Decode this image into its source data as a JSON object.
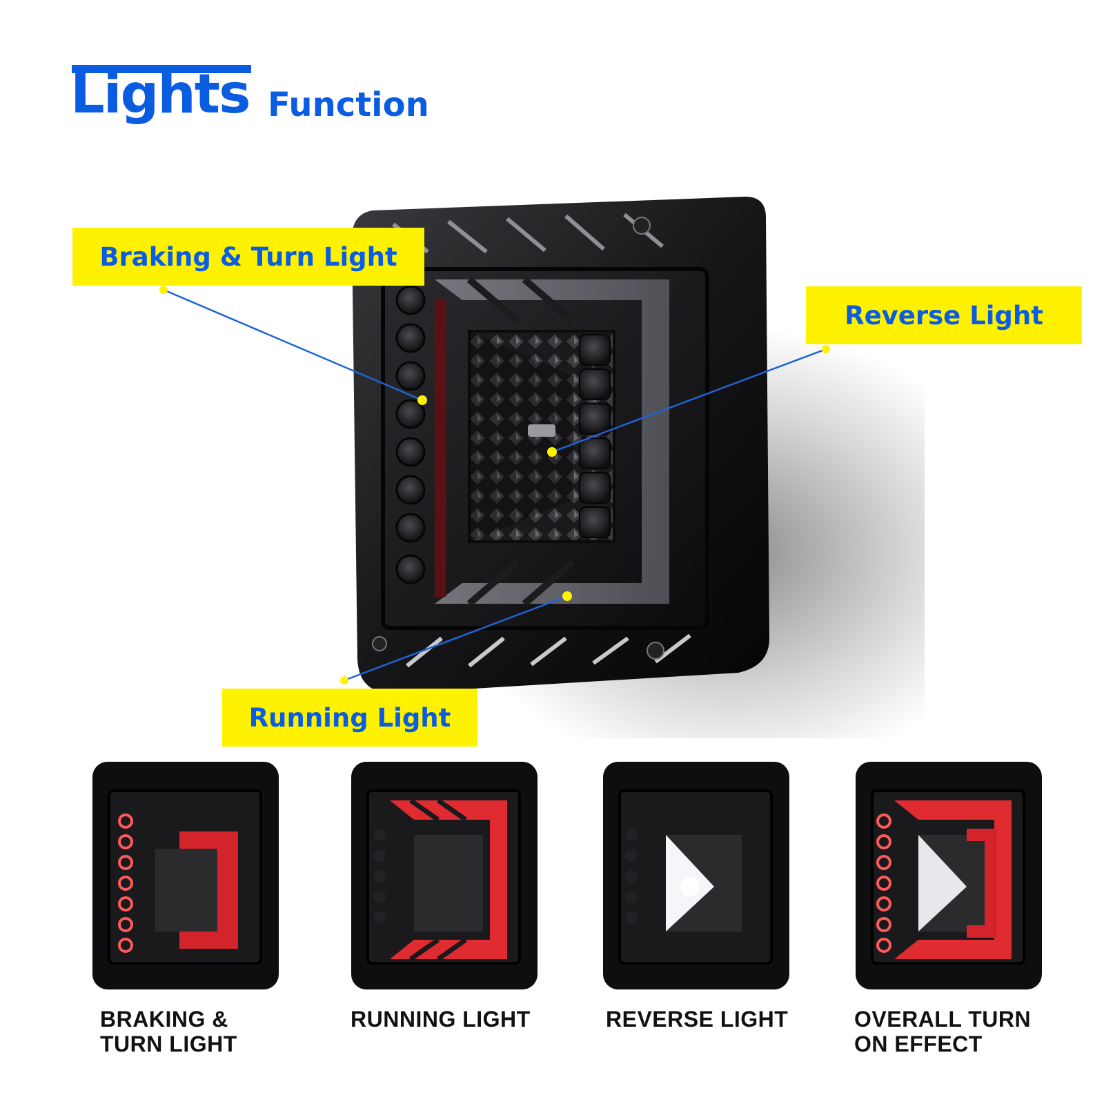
{
  "header": {
    "title_main": "Lights",
    "title_sub": "Function",
    "accent_color": "#0a5ce0"
  },
  "callouts": {
    "braking": "Braking & Turn Light",
    "reverse": "Reverse Light",
    "running": "Running Light",
    "label_bg": "#fff200",
    "label_text": "#0a5ce0"
  },
  "main_product": {
    "icon": "tail-light-lamp"
  },
  "thumbnails": [
    {
      "caption_line1": "BRAKING &",
      "caption_line2": "TURN LIGHT"
    },
    {
      "caption_line1": "RUNNING LIGHT",
      "caption_line2": ""
    },
    {
      "caption_line1": "REVERSE LIGHT",
      "caption_line2": ""
    },
    {
      "caption_line1": "OVERALL TURN",
      "caption_line2": "ON EFFECT"
    }
  ]
}
